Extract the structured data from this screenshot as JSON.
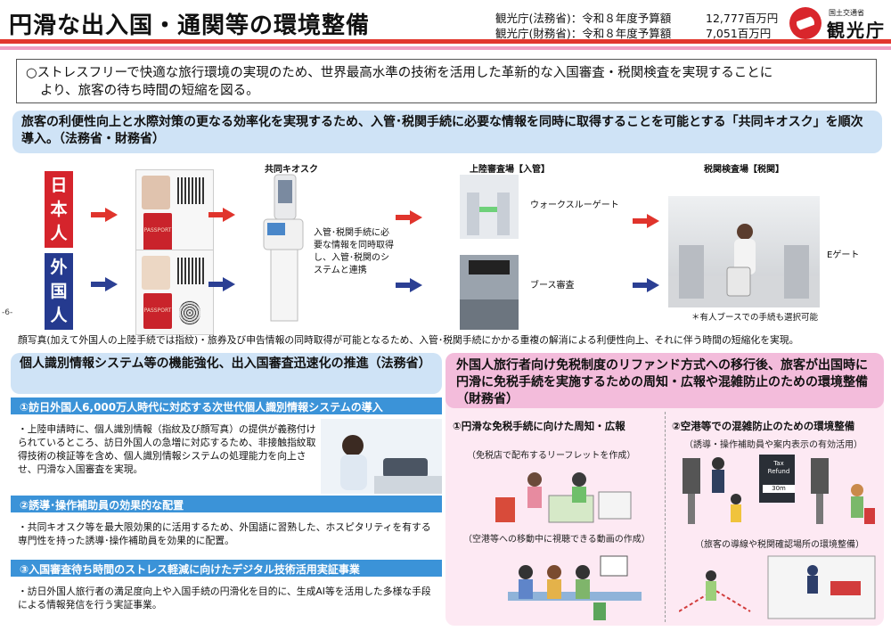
{
  "header": {
    "title": "円滑な出入国・通関等の環境整備",
    "budget_rows": [
      {
        "label": "観光庁(法務省)：令和８年度予算額",
        "amount": "12,777百万円"
      },
      {
        "label": "観光庁(財務省)：令和８年度予算額",
        "amount": "7,051百万円"
      }
    ],
    "logo_small": "国土交通省",
    "logo_big": "観光庁",
    "colors": {
      "red": "#e2372e",
      "pink": "#ef9ec3",
      "blue": "#3b93d8",
      "navy": "#253a8f"
    }
  },
  "intro": {
    "line1": "○ストレスフリーで快適な旅行環境の実現のため、世界最高水準の技術を活用した革新的な入国審査・税関検査を実現することに",
    "line2": "より、旅客の待ち時間の短縮を図る。"
  },
  "kiosk_section": {
    "heading": "旅客の利便性向上と水際対策の更なる効率化を実現するため、入管･税関手続に必要な情報を同時に取得することを可能とする「共同キオスク」を順次導入。（法務省・財務省）",
    "label_japanese": "日本人",
    "label_foreign": "外国人",
    "passport_text": "PASSPORT",
    "kiosk_title": "共同キオスク",
    "kiosk_desc": "入管･税関手続に必要な情報を同時取得し、入管･税関のシステムと連携",
    "immigration_title": "上陸審査場【入管】",
    "walkthrough_gate": "ウォークスルーゲート",
    "booth_exam": "ブース審査",
    "customs_title": "税関検査場【税関】",
    "e_gate": "Eゲート",
    "manned_note": "＊有人ブースでの手続も選択可能",
    "footnote": "顔写真(加えて外国人の上陸手続では指紋)・旅券及び申告情報の同時取得が可能となるため、入管･税関手続にかかる重複の解消による利便性向上、それに伴う時間の短縮化を実現。",
    "page_number": "-6-"
  },
  "left_panel": {
    "heading": "個人識別情報システム等の機能強化、出入国審査迅速化の推進（法務省）",
    "items": [
      {
        "title": "①訪日外国人6,000万人時代に対応する次世代個人識別情報システムの導入",
        "text": "・上陸申請時に、個人識別情報（指紋及び顔写真）の提供が義務付けられているところ、訪日外国人の急増に対応するため、非接触指紋取得技術の検証等を含め、個人識別情報システムの処理能力を向上させ、円滑な入国審査を実現。"
      },
      {
        "title": "②誘導･操作補助員の効果的な配置",
        "text": "・共同キオスク等を最大限効果的に活用するため、外国語に習熟した、ホスピタリティを有する専門性を持った誘導･操作補助員を効果的に配置。"
      },
      {
        "title": "③入国審査待ち時間のストレス軽減に向けたデジタル技術活用実証事業",
        "text": "・訪日外国人旅行者の満足度向上や入国手続の円滑化を目的に、生成AI等を活用した多様な手段による情報発信を行う実証事業。"
      }
    ]
  },
  "right_panel": {
    "heading": "外国人旅行者向け免税制度のリファンド方式への移行後、旅客が出国時に円滑に免税手続を実施するための周知・広報や混雑防止のための環境整備（財務省）",
    "left_title": "①円滑な免税手続に向けた周知・広報",
    "left_note1": "（免税店で配布するリーフレットを作成）",
    "left_note2": "（空港等への移動中に視聴できる動画の作成）",
    "right_title": "②空港等での混雑防止のための環境整備",
    "right_note1": "（誘導・操作補助員や案内表示の有効活用）",
    "right_note2": "（旅客の導線や税関確認場所の環境整備）",
    "sign_tax": "Tax",
    "sign_refund": "Refund",
    "sign_time": "30m"
  }
}
